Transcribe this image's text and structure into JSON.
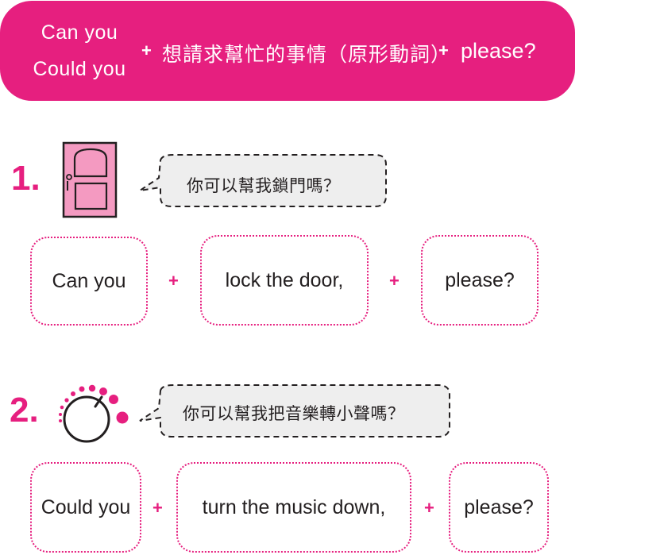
{
  "banner": {
    "option_1": "Can you",
    "option_2": "Could you",
    "plus": "+",
    "middle": "想請求幫忙的事情（原形動詞）",
    "ending": "please?"
  },
  "examples": [
    {
      "number": "1.",
      "icon": "door-icon",
      "question": "你可以幫我鎖門嗎？",
      "parts": [
        "Can you",
        "lock the door,",
        "please?"
      ],
      "plus": "+"
    },
    {
      "number": "2.",
      "icon": "volume-knob-icon",
      "question": "你可以幫我把音樂轉小聲嗎？",
      "parts": [
        "Could you",
        "turn the music down,",
        "please?"
      ],
      "plus": "+"
    }
  ],
  "colors": {
    "accent": "#e61f7f",
    "door_fill": "#f49ac1",
    "bubble_fill": "#eeeeee",
    "text": "#231f20"
  }
}
